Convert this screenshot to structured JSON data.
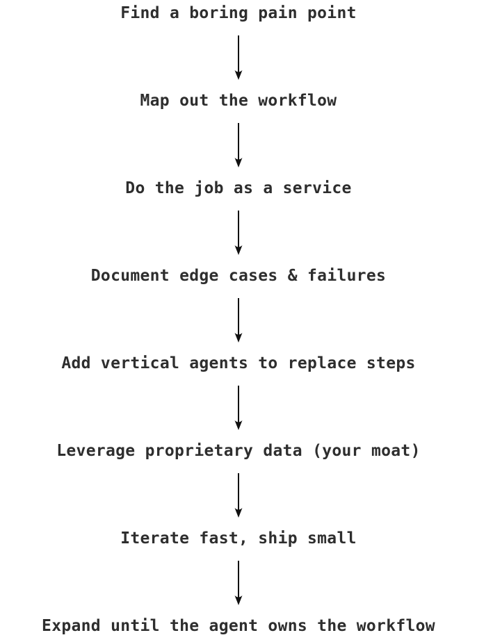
{
  "diagram": {
    "title": "vertical workflow flowchart",
    "text_color": "#2e2e2e",
    "arrow_color": "#111111",
    "background_color": "#ffffff",
    "connector": "down-arrow",
    "steps": [
      {
        "label": "Find a boring pain point"
      },
      {
        "label": "Map out the workflow"
      },
      {
        "label": "Do the job as a service"
      },
      {
        "label": "Document edge cases & failures"
      },
      {
        "label": "Add vertical agents to replace steps"
      },
      {
        "label": "Leverage proprietary data (your moat)"
      },
      {
        "label": "Iterate fast, ship small"
      },
      {
        "label": "Expand until the agent owns the workflow"
      }
    ]
  }
}
